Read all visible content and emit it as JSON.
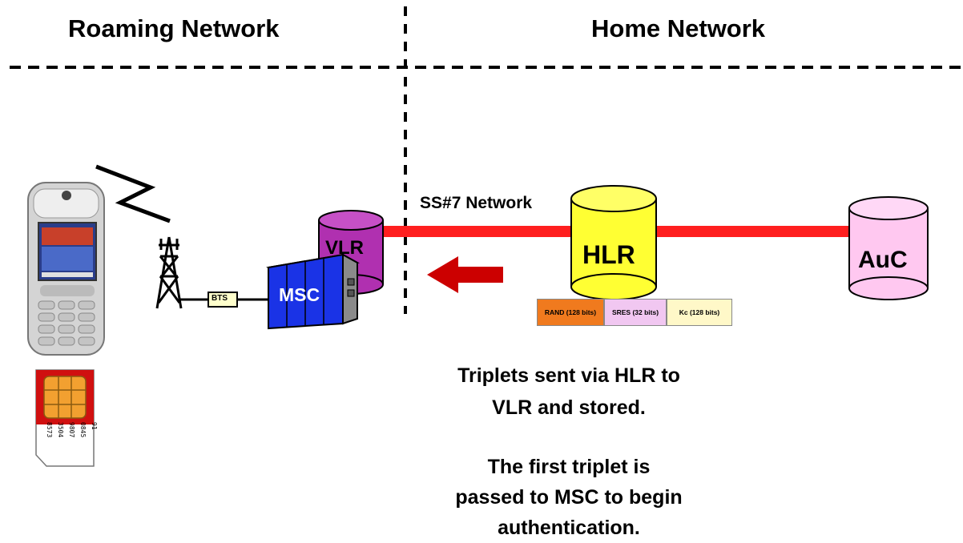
{
  "headers": {
    "roaming": "Roaming Network",
    "home": "Home Network"
  },
  "network_label": "SS#7 Network",
  "nodes": {
    "vlr": "VLR",
    "hlr": "HLR",
    "auc": "AuC",
    "msc": "MSC",
    "bts": "BTS"
  },
  "triplet": [
    {
      "label": "RAND (128 bits)",
      "color": "#f07a1e"
    },
    {
      "label": "SRES (32 bits)",
      "color": "#f1c7f1"
    },
    {
      "label": "Kc (128 bits)",
      "color": "#fff8c8"
    }
  ],
  "captions": {
    "line1": "Triplets sent via HLR to",
    "line2": "VLR and stored.",
    "line3": "The first triplet is",
    "line4": "passed to MSC to begin",
    "line5": "authentication."
  },
  "sim_card_numbers": [
    "8573",
    "3504",
    "9807",
    "0845",
    "91"
  ],
  "colors": {
    "link": "#ff1f1f",
    "arrow": "#cc0000",
    "vlr": "#b030b0",
    "hlr": "#ffff33",
    "auc": "#ffc8f0",
    "msc": "#1a33e6"
  }
}
